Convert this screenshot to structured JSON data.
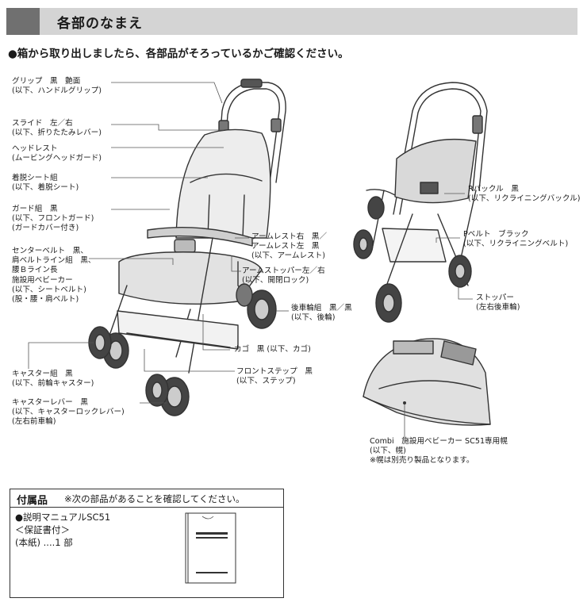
{
  "header": {
    "title": "各部のなまえ"
  },
  "intro": "●箱から取り出しましたら、各部品がそろっているかご確認ください。",
  "front_labels": {
    "grip": [
      "グリップ　黒　艶面",
      "(以下、ハンドルグリップ)"
    ],
    "slide": [
      "スライド　左／右",
      "(以下、折りたたみレバー)"
    ],
    "headrest": [
      "ヘッドレスト",
      "(ムービングヘッドガード)"
    ],
    "seat": [
      "着脱シート組",
      "(以下、着脱シート)"
    ],
    "guard": [
      "ガード組　黒",
      "(以下、フロントガード)",
      "(ガードカバー付き)"
    ],
    "belt": [
      "センターベルト　黒、",
      "肩ベルトライン組　黒、",
      "腰Ｂライン長",
      "施設用ベビーカー",
      "(以下、シートベルト)",
      "(股・腰・肩ベルト)"
    ],
    "caster": [
      "キャスター組　黒",
      "(以下、前輪キャスター)"
    ],
    "caster_lever": [
      "キャスターレバー　黒",
      "(以下、キャスターロックレバー)",
      "(左右前車輪)"
    ],
    "armrest": [
      "アームレスト右　黒／",
      "アームレスト左　黒",
      "(以下、アームレスト)"
    ],
    "arm_stopper": [
      "アームストッパー左／右",
      "(以下、開閉ロック)"
    ],
    "rear_wheel": [
      "後車輪組　黒／黒",
      "(以下、後輪)"
    ],
    "basket": [
      "カゴ　黒 (以下、カゴ)"
    ],
    "front_step": [
      "フロントステップ　黒",
      "(以下、ステップ)"
    ]
  },
  "back_labels": {
    "r_buckle": [
      "Rバックル　黒",
      "(以下、リクライニングバックル)"
    ],
    "p_belt": [
      "Pベルト　ブラック",
      "(以下、リクライニングベルト)"
    ],
    "stopper": [
      "ストッパー",
      "(左右後車輪)"
    ]
  },
  "canopy_label": [
    "Combi　施設用ベビーカー SC51専用幌",
    "(以下、幌)",
    "※幌は別売り製品となります。"
  ],
  "accessories": {
    "title": "付属品",
    "note": "※次の部品があることを確認してください。",
    "item_lines": [
      "●説明マニュアルSC51",
      "＜保証書付＞",
      "(本紙) ....1 部"
    ]
  },
  "colors": {
    "title_bar": "#d4d4d4",
    "title_accent": "#707070",
    "line": "#333333"
  }
}
